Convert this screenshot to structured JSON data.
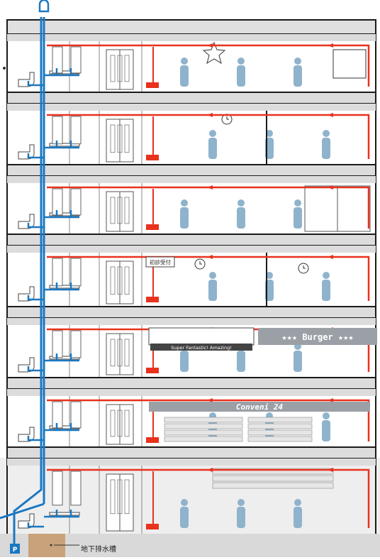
{
  "signs": {
    "reception": "初診受付",
    "burger_sign": "★★★ Burger ★★★",
    "burger_menu": "Super Fantastic! Amazing!",
    "convenience": "Conveni 24"
  },
  "legend": {
    "tank_label": "地下排水槽",
    "pump_label": "P"
  },
  "colors": {
    "supply_pipe": "#1a78c2",
    "drain_pipe": "#e8321e",
    "silhouette": "#8fb3cc",
    "slab": "#dcdcdc",
    "wall": "#1a1a1a",
    "tank": "#c8a27a"
  }
}
